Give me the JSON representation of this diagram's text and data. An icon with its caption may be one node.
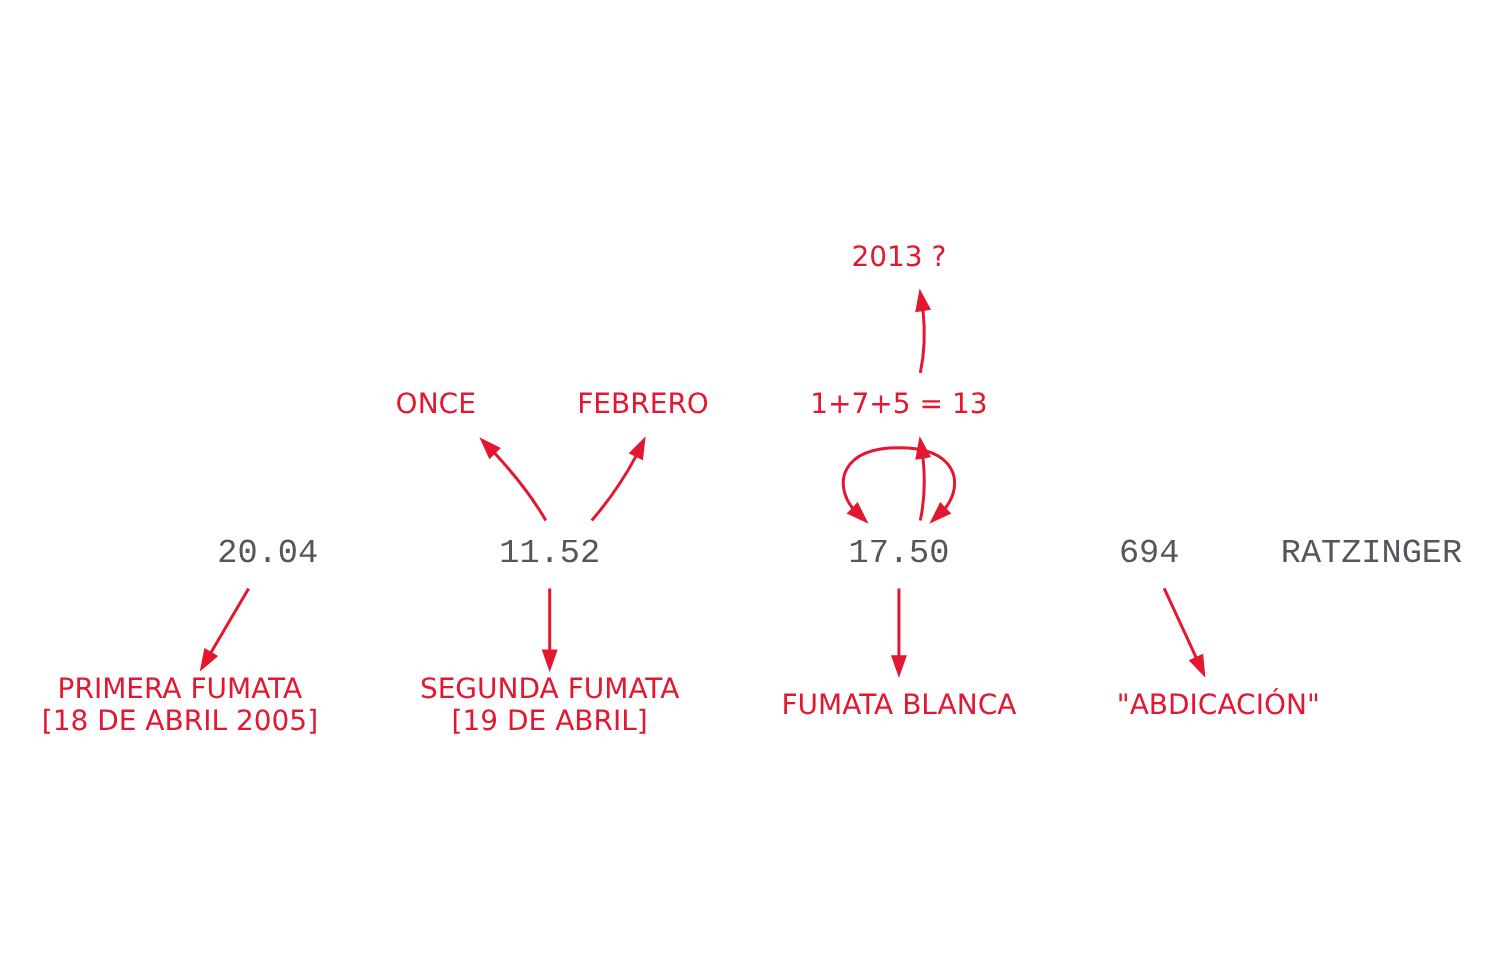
{
  "diagram": {
    "nodes": [
      {
        "text": [
          "2013 ?"
        ]
      },
      {
        "text": [
          "ONCE"
        ]
      },
      {
        "text": [
          "FEBRERO"
        ]
      },
      {
        "text": [
          "1+7+5 = 13"
        ]
      },
      {
        "text": [
          "20.04"
        ]
      },
      {
        "text": [
          "11.52"
        ]
      },
      {
        "text": [
          "17.50"
        ]
      },
      {
        "text": [
          "694"
        ]
      },
      {
        "text": [
          "PRIMERA FUMATA",
          "[18 DE ABRIL 2005]"
        ]
      },
      {
        "text": [
          "SEGUNDA FUMATA",
          "[19 DE ABRIL]"
        ]
      },
      {
        "text": [
          "FUMATA BLANCA"
        ]
      },
      {
        "text": [
          "\"ABDICACIÓN\""
        ]
      }
    ],
    "edges": [
      {
        "from": 4,
        "to": 8,
        "arrow": "to"
      },
      {
        "from": 5,
        "to": 1,
        "arrow": "to"
      },
      {
        "from": 5,
        "to": 2,
        "arrow": "to"
      },
      {
        "from": 5,
        "to": 9,
        "arrow": "to"
      },
      {
        "from": 6,
        "to": 6,
        "arrow": "both"
      },
      {
        "from": 6,
        "to": 3,
        "arrow": "to"
      },
      {
        "from": 3,
        "to": 0,
        "arrow": "to"
      },
      {
        "from": 6,
        "to": 10,
        "arrow": "to"
      },
      {
        "from": 7,
        "to": 11,
        "arrow": "to"
      }
    ],
    "labels": [
      "RATZINGER"
    ]
  }
}
